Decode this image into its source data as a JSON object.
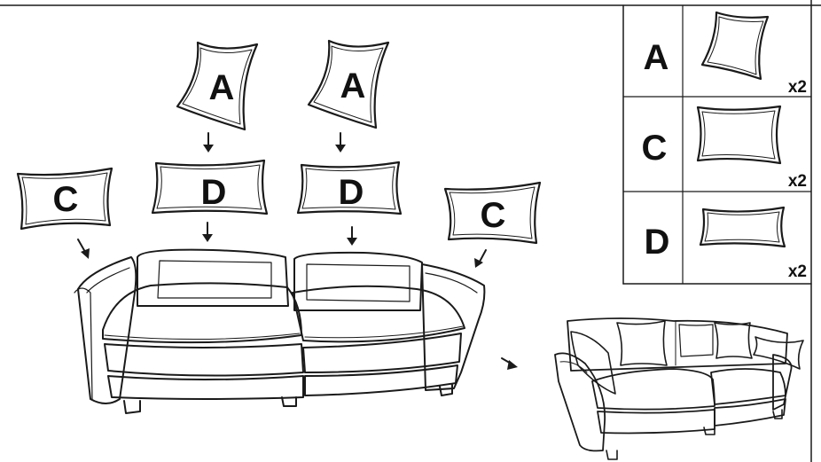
{
  "legend": {
    "rows": [
      {
        "letter": "A",
        "qty": "x2",
        "icon": "square-cushion-icon"
      },
      {
        "letter": "C",
        "qty": "x2",
        "icon": "rectangular-cushion-icon"
      },
      {
        "letter": "D",
        "qty": "x2",
        "icon": "long-cushion-icon"
      }
    ]
  },
  "diagram": {
    "pillow_labels": {
      "a_left": "A",
      "a_right": "A",
      "d_left": "D",
      "d_right": "D",
      "c_left": "C",
      "c_right": "C"
    }
  },
  "colors": {
    "line": "#1a1a1a",
    "background": "#ffffff"
  }
}
